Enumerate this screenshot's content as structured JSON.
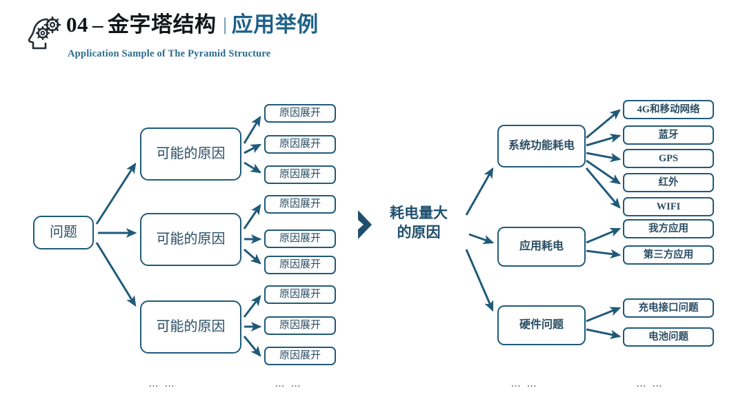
{
  "header": {
    "icon": "head-gears-icon",
    "number": "04",
    "dash": "–",
    "title_main": "金字塔结构",
    "separator": "|",
    "title_accent": "应用举例",
    "subtitle": "Application Sample  of  The Pyramid Structure"
  },
  "colors": {
    "accent": "#1d6189",
    "border": "#1f5a79",
    "text": "#2a4d63",
    "title": "#111418",
    "background": "#ffffff"
  },
  "left_diagram": {
    "root": {
      "label": "问题"
    },
    "branches": [
      {
        "label": "可能的原因",
        "leaves": [
          {
            "label": "原因展开"
          },
          {
            "label": "原因展开"
          },
          {
            "label": "原因展开"
          }
        ]
      },
      {
        "label": "可能的原因",
        "leaves": [
          {
            "label": "原因展开"
          },
          {
            "label": "原因展开"
          },
          {
            "label": "原因展开"
          }
        ]
      },
      {
        "label": "可能的原因",
        "leaves": [
          {
            "label": "原因展开"
          },
          {
            "label": "原因展开"
          },
          {
            "label": "原因展开"
          }
        ]
      }
    ],
    "ellipsis_branch": "… …",
    "ellipsis_leaf": "… …"
  },
  "center": {
    "chevron": "chevron-right-icon",
    "label_line1": "耗电量大",
    "label_line2": "的原因"
  },
  "right_diagram": {
    "branches": [
      {
        "label": "系统功能耗电",
        "leaves": [
          {
            "label": "4G和移动网络"
          },
          {
            "label": "蓝牙"
          },
          {
            "label": "GPS"
          },
          {
            "label": "红外"
          },
          {
            "label": "WIFI"
          }
        ]
      },
      {
        "label": "应用耗电",
        "leaves": [
          {
            "label": "我方应用"
          },
          {
            "label": "第三方应用"
          }
        ]
      },
      {
        "label": "硬件问题",
        "leaves": [
          {
            "label": "充电接口问题"
          },
          {
            "label": "电池问题"
          }
        ]
      }
    ],
    "ellipsis_branch": "… …",
    "ellipsis_leaf": "… …"
  }
}
